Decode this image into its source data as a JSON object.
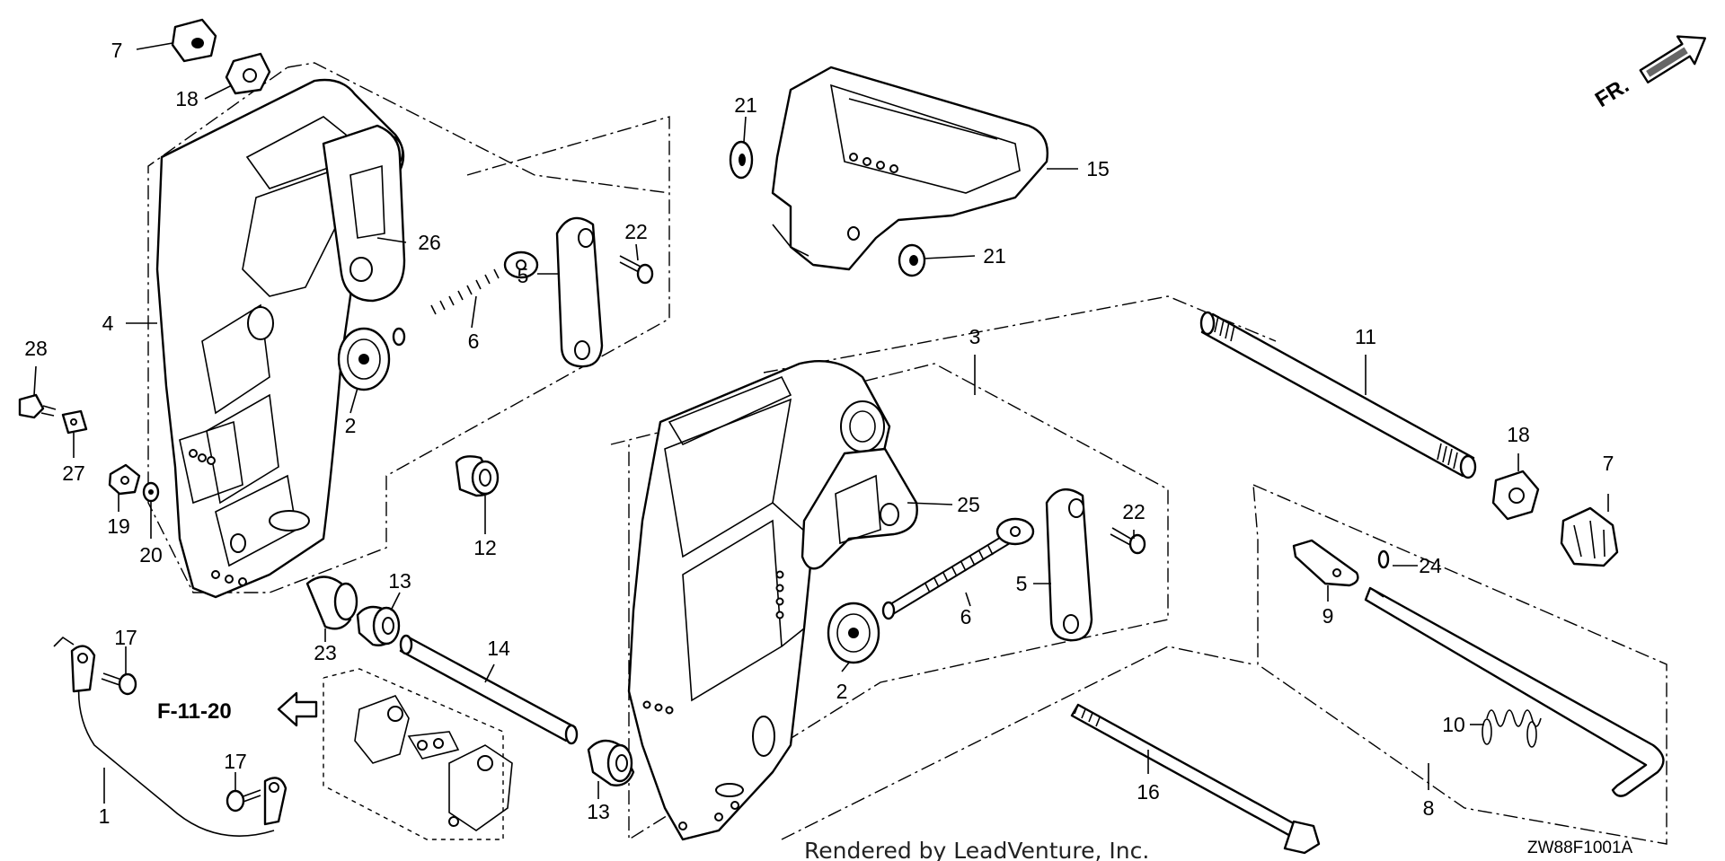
{
  "diagram": {
    "callouts": {
      "c7a": "7",
      "c18a": "18",
      "c4": "4",
      "c26": "26",
      "c6a": "6",
      "c5a": "5",
      "c22a": "22",
      "c2a": "2",
      "c21a": "21",
      "c15": "15",
      "c21b": "21",
      "c28": "28",
      "c27": "27",
      "c19": "19",
      "c20": "20",
      "c12": "12",
      "c3": "3",
      "c11": "11",
      "c25": "25",
      "c22b": "22",
      "c5b": "5",
      "c6b": "6",
      "c2b": "2",
      "c18b": "18",
      "c7b": "7",
      "c24": "24",
      "c9": "9",
      "c10": "10",
      "c8": "8",
      "c16": "16",
      "c13a": "13",
      "c23": "23",
      "c14": "14",
      "c13b": "13",
      "c17a": "17",
      "c17b": "17",
      "c1": "1"
    },
    "reference": "F-11-20",
    "front_marker": "FR.",
    "footer": "Rendered by LeadVenture, Inc.",
    "diagram_code": "ZW88F1001A"
  }
}
